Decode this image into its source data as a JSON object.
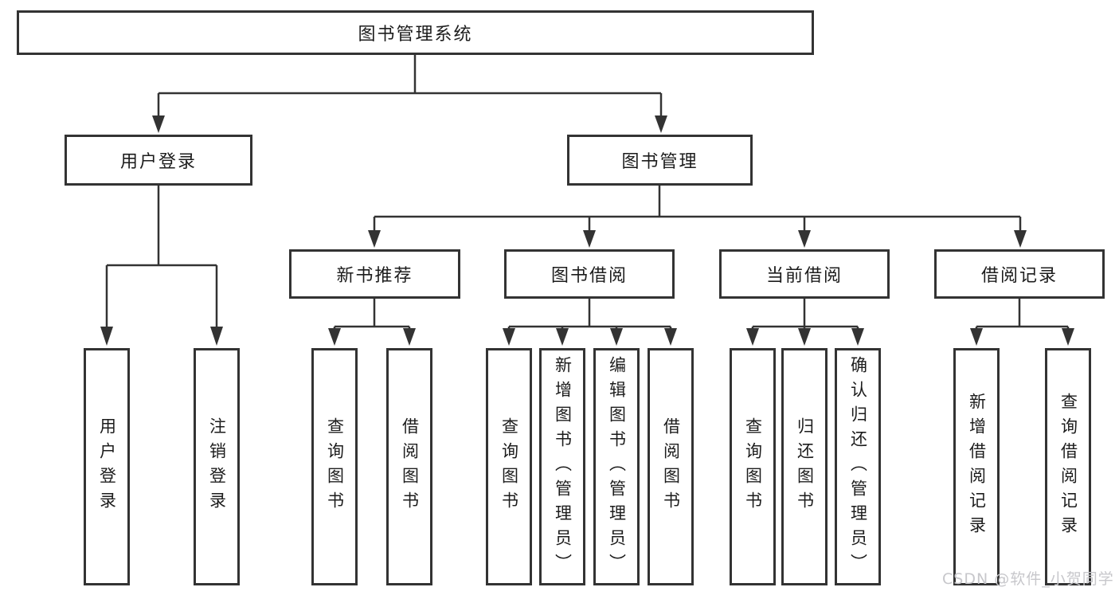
{
  "tree": {
    "label": "图书管理系统",
    "children": [
      {
        "label": "用户登录",
        "children": [
          {
            "label": "用户登录"
          },
          {
            "label": "注销登录"
          }
        ]
      },
      {
        "label": "图书管理",
        "children": [
          {
            "label": "新书推荐",
            "children": [
              {
                "label": "查询图书"
              },
              {
                "label": "借阅图书"
              }
            ]
          },
          {
            "label": "图书借阅",
            "children": [
              {
                "label": "查询图书"
              },
              {
                "label": "新增图书（管理员）"
              },
              {
                "label": "编辑图书（管理员）"
              },
              {
                "label": "借阅图书"
              }
            ]
          },
          {
            "label": "当前借阅",
            "children": [
              {
                "label": "查询图书"
              },
              {
                "label": "归还图书"
              },
              {
                "label": "确认归还（管理员）"
              }
            ]
          },
          {
            "label": "借阅记录",
            "children": [
              {
                "label": "新增借阅记录"
              },
              {
                "label": "查询借阅记录"
              }
            ]
          }
        ]
      }
    ]
  },
  "watermark": "CSDN @软件_小贺同学",
  "colors": {
    "line": "#333333",
    "text": "#1c1c1c",
    "background": "#ffffff",
    "watermark": "#c7c7cb"
  }
}
